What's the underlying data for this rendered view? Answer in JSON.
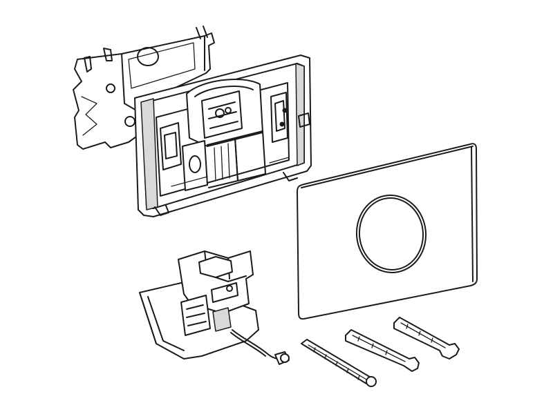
{
  "parts": [
    {
      "id": "mounting-bracket",
      "name": "mounting-bracket"
    },
    {
      "id": "frame",
      "name": "mounting-frame"
    },
    {
      "id": "cover-plate",
      "name": "cover-plate"
    },
    {
      "id": "sensor-module",
      "name": "sensor-module"
    },
    {
      "id": "actuating-rods",
      "name": "actuating-rods",
      "count": 3
    }
  ],
  "colors": {
    "line": "#1a1a1a",
    "background": "#ffffff",
    "shade": "#d9d9d9"
  }
}
